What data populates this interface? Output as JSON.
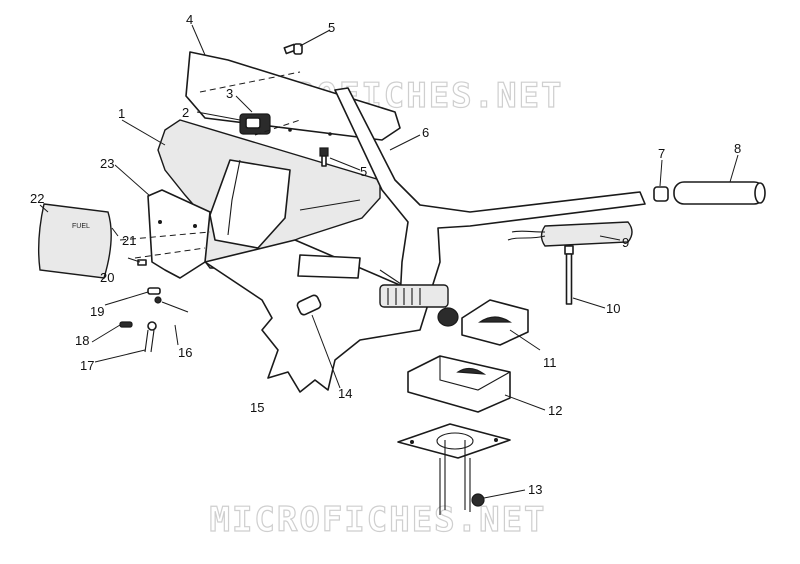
{
  "diagram": {
    "callouts": [
      "1",
      "2",
      "3",
      "4",
      "5",
      "5",
      "6",
      "7",
      "8",
      "9",
      "10",
      "11",
      "12",
      "13",
      "14",
      "15",
      "16",
      "17",
      "18",
      "19",
      "20",
      "21",
      "22",
      "23"
    ],
    "decal_text": "FUEL",
    "watermark_top": "MICROFICHES.NET",
    "watermark_bottom": "MICROFICHES.NET"
  }
}
